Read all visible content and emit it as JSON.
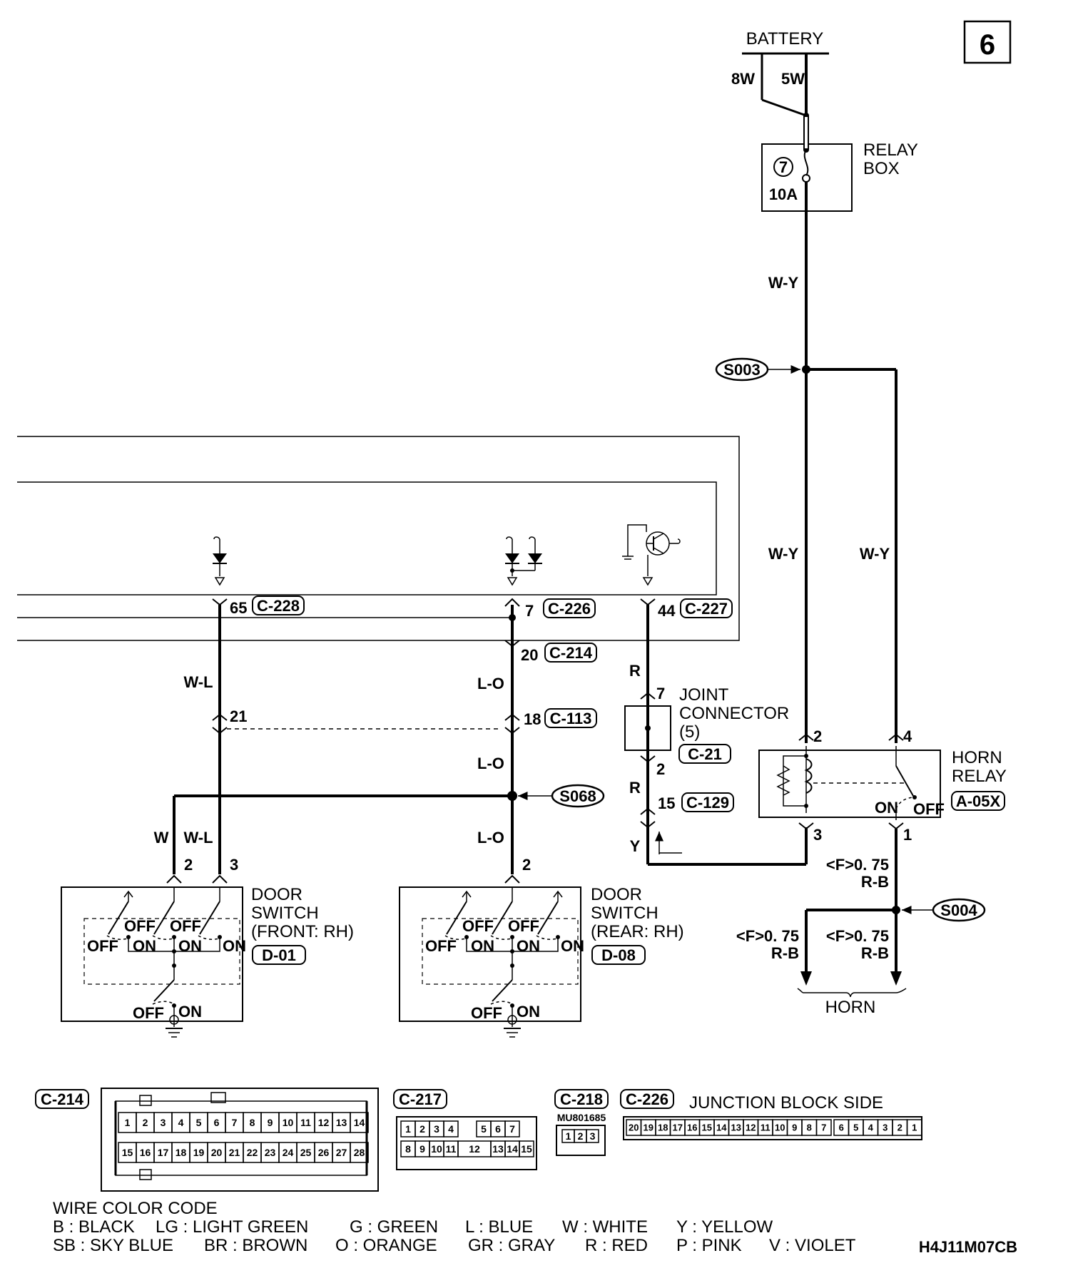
{
  "sheet": {
    "page_number": "6",
    "diagram_code": "H4J11M07CB"
  },
  "battery": {
    "label": "BATTERY",
    "wire_left": "8W",
    "wire_right": "5W"
  },
  "relay_box": {
    "line1": "RELAY",
    "line2": "BOX",
    "fuse_number": "7",
    "fuse_rating": "10A"
  },
  "splices": {
    "s003": "S003",
    "s004": "S004",
    "s068": "S068"
  },
  "wires": {
    "wy_main": "W-Y",
    "wy_left": "W-Y",
    "wy_right": "W-Y",
    "wl_upper": "W-L",
    "wl_lower": "W-L",
    "w_lower": "W",
    "lo_1": "L-O",
    "lo_2": "L-O",
    "lo_3": "L-O",
    "r_1": "R",
    "r_2": "R",
    "y": "Y",
    "rb_main_spec": "<F>0. 75",
    "rb_main_color": "R-B",
    "rb_left_spec": "<F>0. 75",
    "rb_left_color": "R-B",
    "rb_right_spec": "<F>0. 75",
    "rb_right_color": "R-B"
  },
  "connectors": {
    "c228": {
      "pin": "65",
      "id": "C-228"
    },
    "c226": {
      "pin": "7",
      "id": "C-226"
    },
    "c227": {
      "pin": "44",
      "id": "C-227"
    },
    "c214": {
      "pin": "20",
      "id": "C-214"
    },
    "c113": {
      "pin": "18",
      "id": "C-113",
      "pin_left": "21"
    },
    "c129": {
      "pin": "15",
      "id": "C-129"
    }
  },
  "joint_connector": {
    "line1": "JOINT",
    "line2": "CONNECTOR",
    "line3": "(5)",
    "id": "C-21",
    "pin_top": "7",
    "pin_bottom": "2"
  },
  "horn_relay": {
    "line1": "HORN",
    "line2": "RELAY",
    "id": "A-05X",
    "pin2": "2",
    "pin4": "4",
    "pin3": "3",
    "pin1": "1",
    "on": "ON",
    "off": "OFF"
  },
  "horn": {
    "label": "HORN"
  },
  "door_switch_front": {
    "line1": "DOOR",
    "line2": "SWITCH",
    "line3": "(FRONT: RH)",
    "id": "D-01",
    "pin_left": "2",
    "pin_right": "3",
    "states": [
      "OFF",
      "OFF",
      "OFF",
      "ON",
      "ON",
      "ON",
      "OFF",
      "ON"
    ]
  },
  "door_switch_rear": {
    "line1": "DOOR",
    "line2": "SWITCH",
    "line3": "(REAR: RH)",
    "id": "D-08",
    "pin": "2",
    "states": [
      "OFF",
      "OFF",
      "OFF",
      "ON",
      "ON",
      "ON",
      "OFF",
      "ON"
    ]
  },
  "connector_views": {
    "c214": {
      "id": "C-214",
      "top_row": [
        "1",
        "2",
        "3",
        "4",
        "5",
        "6",
        "7",
        "8",
        "9",
        "10",
        "11",
        "12",
        "13",
        "14"
      ],
      "bottom_row": [
        "15",
        "16",
        "17",
        "18",
        "19",
        "20",
        "21",
        "22",
        "23",
        "24",
        "25",
        "26",
        "27",
        "28"
      ]
    },
    "c217": {
      "id": "C-217",
      "top_row": [
        "1",
        "2",
        "3",
        "4",
        "5",
        "6",
        "7"
      ],
      "bottom_row": [
        "8",
        "9",
        "10",
        "11",
        "12",
        "13",
        "14",
        "15"
      ]
    },
    "c218": {
      "id": "C-218",
      "part_number": "MU801685",
      "pins": [
        "1",
        "2",
        "3"
      ]
    },
    "c226": {
      "id": "C-226",
      "side_label": "JUNCTION BLOCK SIDE",
      "pins": [
        "20",
        "19",
        "18",
        "17",
        "16",
        "15",
        "14",
        "13",
        "12",
        "11",
        "10",
        "9",
        "8",
        "7",
        "6",
        "5",
        "4",
        "3",
        "2",
        "1"
      ]
    }
  },
  "wire_color_code": {
    "title": "WIRE COLOR CODE",
    "row1": [
      "B : BLACK",
      "LG : LIGHT GREEN",
      "G : GREEN",
      "L : BLUE",
      "W : WHITE",
      "Y : YELLOW"
    ],
    "row2": [
      "SB : SKY BLUE",
      "BR : BROWN",
      "O : ORANGE",
      "GR : GRAY",
      "R : RED",
      "P : PINK",
      "V : VIOLET"
    ]
  }
}
